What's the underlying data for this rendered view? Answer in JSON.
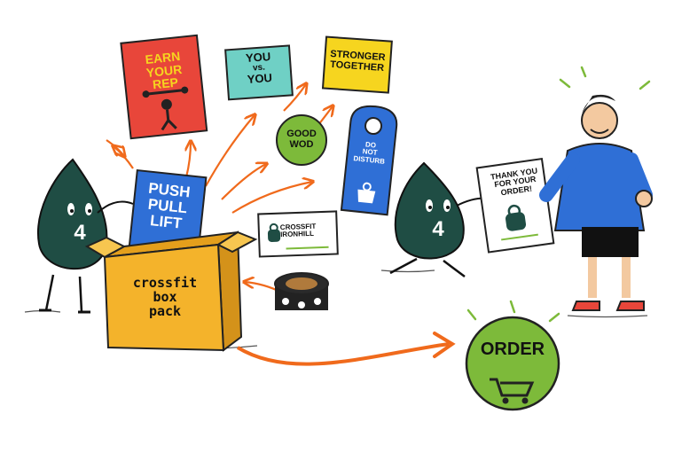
{
  "posters": {
    "earn": {
      "line1": "EARN",
      "line2": "YOUR",
      "line3": "REP"
    },
    "you": {
      "line1": "YOU",
      "line2": "vs.",
      "line3": "YOU"
    },
    "stronger": {
      "line1": "STRONGER",
      "line2": "TOGETHER"
    },
    "push": {
      "line1": "PUSH",
      "line2": "PULL",
      "line3": "LIFT"
    }
  },
  "sticker": {
    "line1": "GOOD",
    "line2": "WOD"
  },
  "door_hanger": {
    "line1": "DO",
    "line2": "NOT",
    "line3": "DISTURB"
  },
  "card": {
    "line1": "CROSSFIT",
    "line2": "IRONHILL"
  },
  "box": {
    "line1": "crossfit",
    "line2": "box",
    "line3": "pack"
  },
  "mascot_number": "4",
  "thank_you": {
    "line1": "THANK YOU",
    "line2": "FOR YOUR",
    "line3": "ORDER!"
  },
  "order_badge": {
    "label": "ORDER"
  },
  "colors": {
    "mascot": "#1f4d44",
    "orange": "#f06a1c",
    "box": "#f4b32b",
    "green": "#7dba3a",
    "blue": "#2f6fd6",
    "red": "#e8463a",
    "teal": "#6fd0c5",
    "yellow": "#f6d51f"
  }
}
